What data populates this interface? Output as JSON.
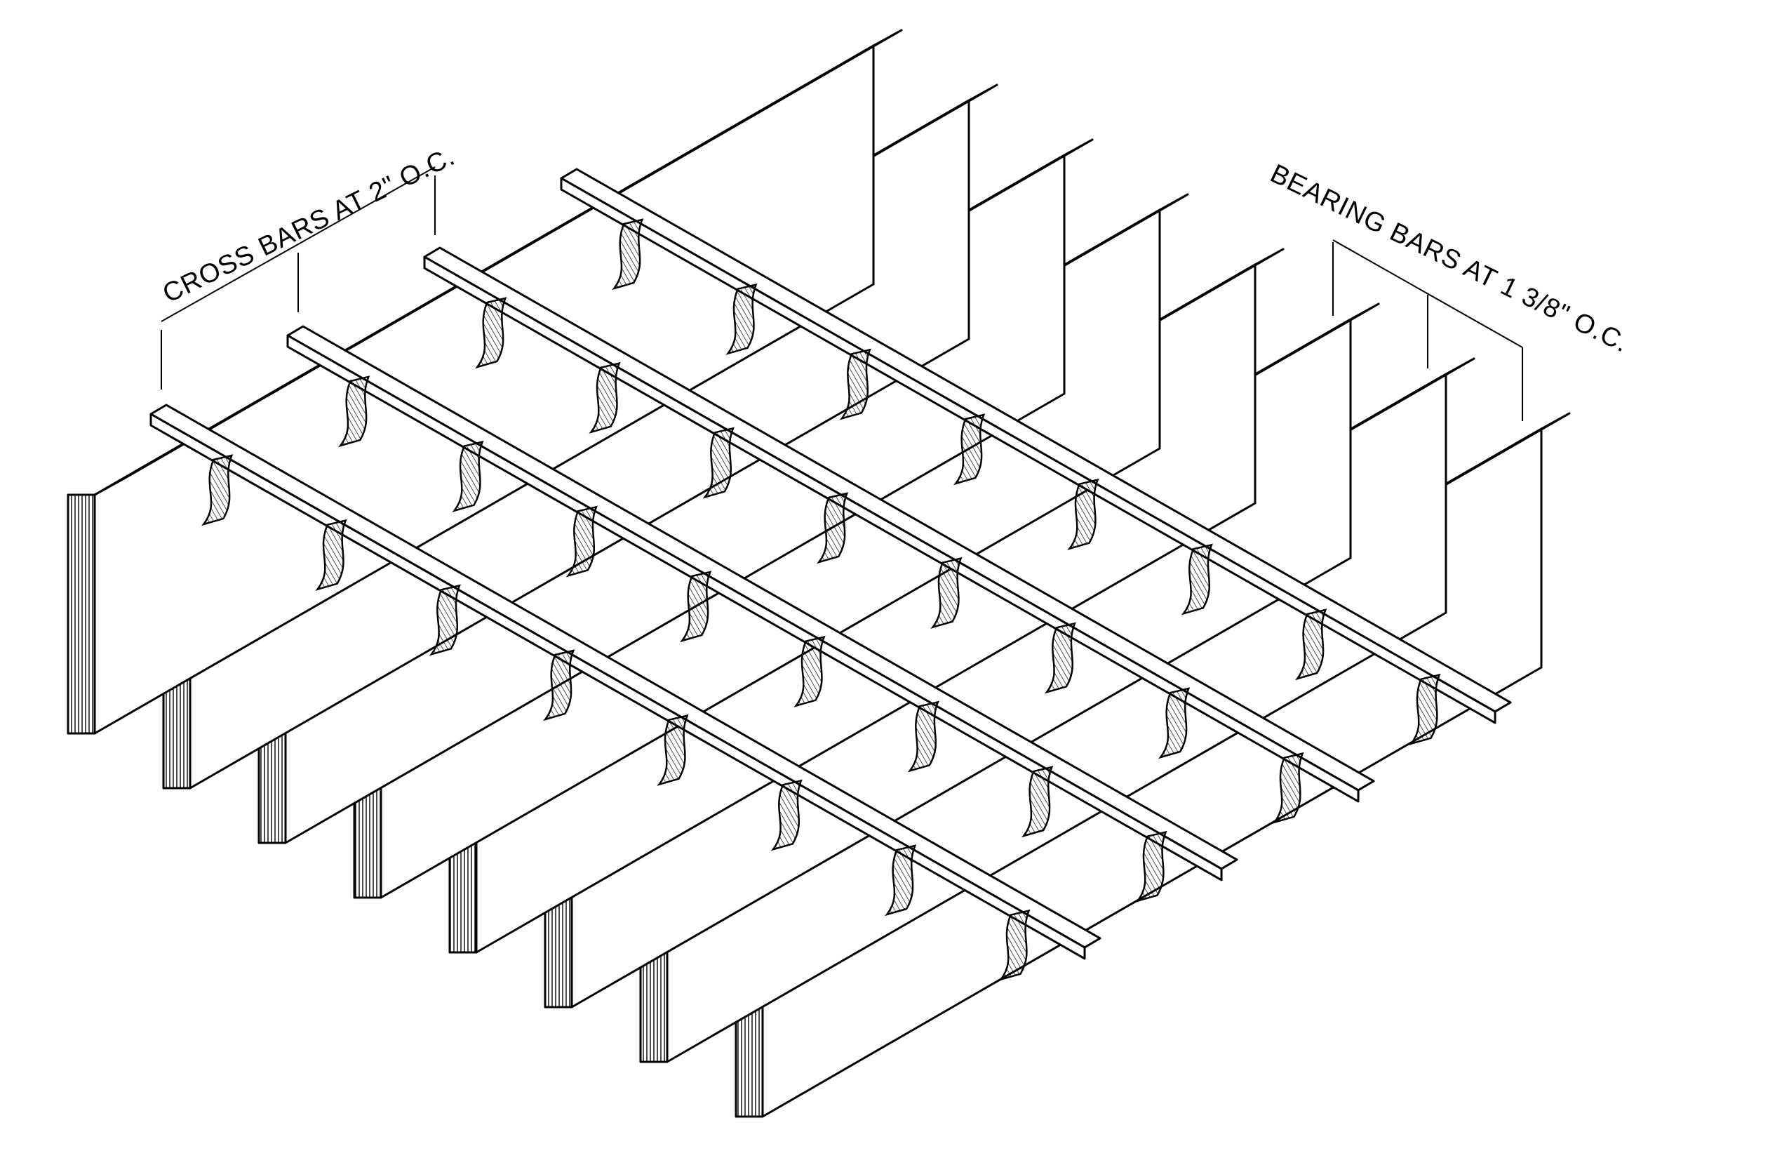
{
  "annotations": {
    "cross_bars": "CROSS BARS AT 2\" O.C.",
    "bearing_bars": "BEARING BARS AT 1 3/8\" O.C."
  },
  "colors": {
    "line": "#000000",
    "face": "#ffffff"
  },
  "grating": {
    "bearing_bar_count": 8,
    "cross_bar_count": 4
  }
}
